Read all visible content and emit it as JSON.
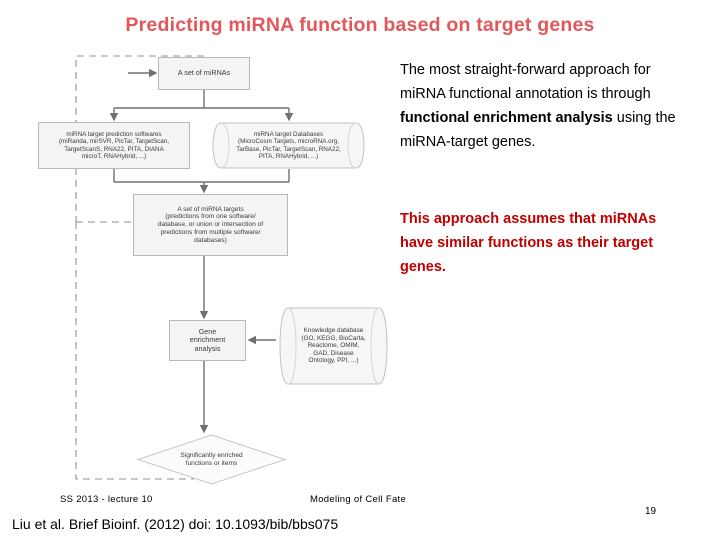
{
  "slide": {
    "title": "Predicting miRNA function based on target genes",
    "page_number": "19",
    "citation": "Liu et al. Brief Bioinf. (2012) doi: 10.1093/bib/bbs075",
    "footer_left": "SS 2013 - lecture 10",
    "footer_center": "Modeling of Cell Fate"
  },
  "colors": {
    "title_red": "#e2575a",
    "emphasis_red": "#c00000",
    "node_fill": "#f4f4f4",
    "node_border": "#b8b8b8",
    "connector": "#808080",
    "feedback_dashed": "#808080"
  },
  "body_text": {
    "paragraph_1": {
      "run_1": "The most straight-forward approach for miRNA functional annotation is through ",
      "run_2_bold": "functional enrichment analysis",
      "run_3": " using the miRNA-target genes."
    },
    "paragraph_2": "This approach assumes that miRNAs have similar functions as their target genes."
  },
  "diagram": {
    "nodes": {
      "mirnas": {
        "shape": "rect",
        "lines": [
          "A set of miRNAs"
        ]
      },
      "prediction_software": {
        "shape": "rect",
        "lines": [
          "miRNA target prediction softwares",
          "(miRanda, mirSVR, PicTar, TargetScan,",
          "TargetScanS, RNA22, PITA, DIANA",
          "microT, RNAHybrid, ...)"
        ]
      },
      "target_databases": {
        "shape": "document",
        "lines": [
          "miRNA target Databases",
          "(MicroCosm Targets, microRNA.org,",
          "TarBase, PicTar, TargetScan, RNA22,",
          "PITA, RNAHybrid, ...)"
        ]
      },
      "mirna_targets": {
        "shape": "rect",
        "lines": [
          "A set of miRNA targets",
          "(predictions from one software/",
          "database, or union or intersection of",
          "predictions from multiple software/",
          "databases)"
        ]
      },
      "gene_enrichment": {
        "shape": "rect",
        "lines": [
          "Gene",
          "enrichment",
          "analysis"
        ]
      },
      "knowledge_database": {
        "shape": "document",
        "lines": [
          "Knowledge database",
          "(GO, KEGG, BioCarta,",
          "Reactome, OMIM,",
          "GAD, Disease",
          "Ontology, PPI, ...)"
        ]
      },
      "enriched_result": {
        "shape": "hexagon",
        "lines": [
          "Significantly enriched",
          "functions or items"
        ]
      }
    }
  }
}
